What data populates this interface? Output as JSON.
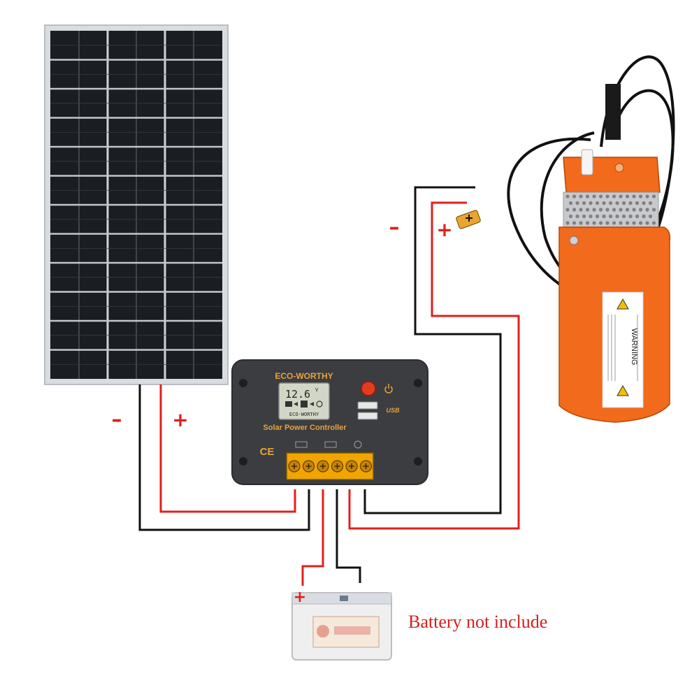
{
  "colors": {
    "wire_positive": "#e0201c",
    "wire_negative": "#111111",
    "panel_frame": "#d9dde0",
    "panel_cell": "#1a1d22",
    "controller_body": "#3b3d41",
    "controller_text": "#e8a23a",
    "terminal_block": "#f0a500",
    "pump_body": "#f26a1b",
    "pump_mesh": "#c7c9cc",
    "caption_text": "#d81e1e"
  },
  "signs": {
    "panel_negative": "–",
    "panel_positive": "+",
    "pump_negative": "–",
    "pump_positive": "+",
    "battery_positive": "+"
  },
  "controller": {
    "brand": "ECO-WORTHY",
    "lcd_value": "12.6",
    "lcd_unit": "V",
    "lcd_brand": "ECO-WORTHY",
    "title": "Solar Power Controller",
    "ce_mark": "CE",
    "usb_label": "USB"
  },
  "pump": {
    "warning_title": "WARNING"
  },
  "battery": {
    "caption": "Battery not include"
  }
}
